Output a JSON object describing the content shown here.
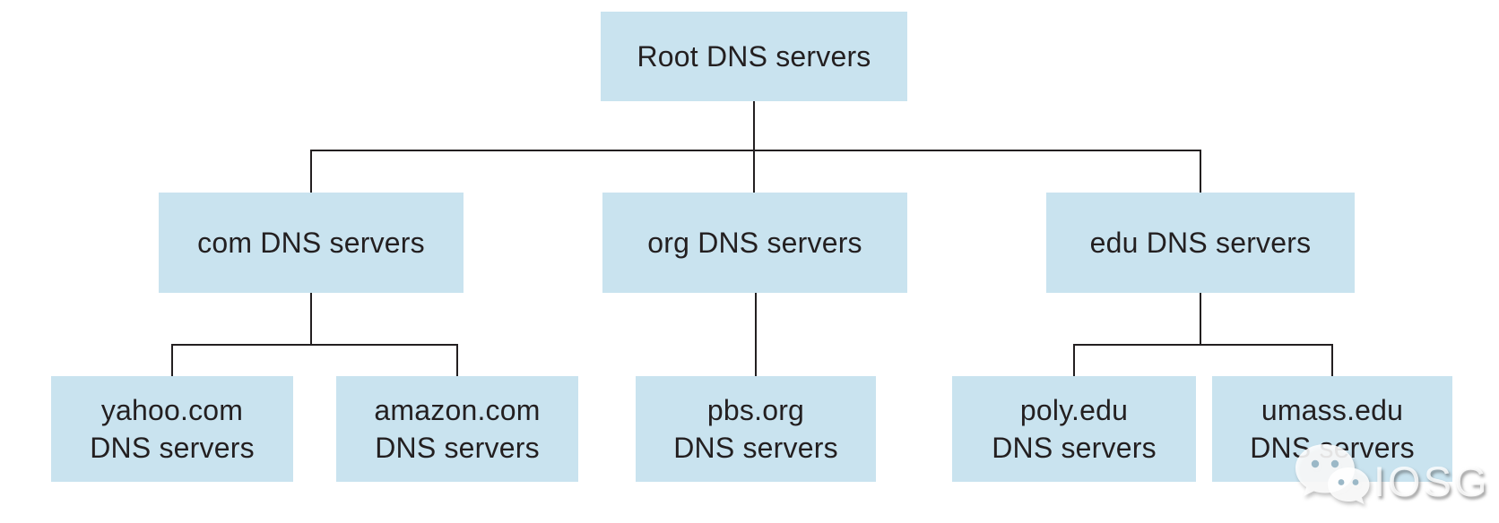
{
  "diagram": {
    "type": "tree",
    "nodes": {
      "root": {
        "label": "Root DNS servers"
      },
      "com": {
        "label": "com DNS servers"
      },
      "org": {
        "label": "org DNS servers"
      },
      "edu": {
        "label": "edu DNS servers"
      },
      "yahoo": {
        "line1": "yahoo.com",
        "line2": "DNS servers"
      },
      "amazon": {
        "line1": "amazon.com",
        "line2": "DNS servers"
      },
      "pbs": {
        "line1": "pbs.org",
        "line2": "DNS servers"
      },
      "poly": {
        "line1": "poly.edu",
        "line2": "DNS servers"
      },
      "umass": {
        "line1": "umass.edu",
        "line2": "DNS servers"
      }
    },
    "edges": [
      [
        "root",
        "com"
      ],
      [
        "root",
        "org"
      ],
      [
        "root",
        "edu"
      ],
      [
        "com",
        "yahoo"
      ],
      [
        "com",
        "amazon"
      ],
      [
        "org",
        "pbs"
      ],
      [
        "edu",
        "poly"
      ],
      [
        "edu",
        "umass"
      ]
    ],
    "colors": {
      "box_fill": "#c9e3ef",
      "line": "#231f20",
      "text": "#231f20",
      "background": "#ffffff"
    },
    "watermark": {
      "text": "IOSG",
      "icon": "wechat-icon"
    }
  }
}
